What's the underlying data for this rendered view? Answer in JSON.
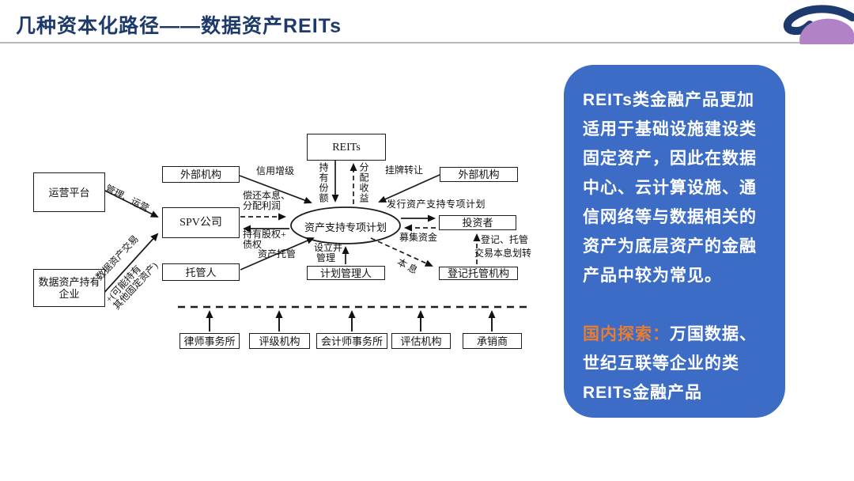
{
  "slide": {
    "title": "几种资本化路径——数据资产REITs",
    "title_color": "#1e3a6a",
    "background": "#ffffff"
  },
  "logo": {
    "name": "wave-logo",
    "navy": "#1d3a6e",
    "purple": "#b183c6"
  },
  "diagram": {
    "nodes": {
      "reits": "REITs",
      "external_agency_left": "外部机构",
      "operating_platform": "运营平台",
      "spv_company": "SPV公司",
      "custodian": "托管人",
      "data_asset_holder": "数据资产持有企业",
      "abs_plan": "资产支持专项计划",
      "external_agency_right": "外部机构",
      "investor": "投资者",
      "plan_manager": "计划管理人",
      "registrar": "登记托管机构",
      "law_firm": "律师事务所",
      "rating_agency": "评级机构",
      "accounting_firm": "会计师事务所",
      "appraisal_agency": "评估机构",
      "underwriter": "承销商"
    },
    "edge_labels": {
      "manage_operate": "管理、运营",
      "data_trade": "数据资产交易",
      "maybe_line1": "+(可能持有",
      "maybe_line2": "其他固定资产)",
      "credit_enhance": "信用增级",
      "hold_shares": "持有份额",
      "distribute_income": "分配收益",
      "listing_transfer": "挂牌转让",
      "issue_plan": "发行资产支持专项计划",
      "raise_funds": "募集资金",
      "register_custody": "登记、托管",
      "transfer_principal": "交易本息划转",
      "principal_interest": "本息",
      "repay_line1": "偿还本息、",
      "repay_line2": "分配利润",
      "equity_line1": "持有股权+",
      "equity_line2": "债权",
      "asset_custody": "资产托管",
      "setup_line1": "设立并",
      "setup_line2": "管理"
    }
  },
  "panel": {
    "bg_color": "#3c6cc6",
    "text_color": "#ffffff",
    "para_lines": [
      "REITs类金融产品更加",
      "适用于基础设施建设类",
      "固定资产，因此在数据",
      "中心、云计算设施、通",
      "信网络等与数据相关的",
      "资产为底层资产的金融",
      "产品中较为常见。"
    ],
    "explore_label": "国内探索：",
    "explore_label_color": "#e57e33",
    "explore_lines": [
      "万国数据、",
      "世纪互联等企业的类",
      "REITs金融产品"
    ]
  }
}
